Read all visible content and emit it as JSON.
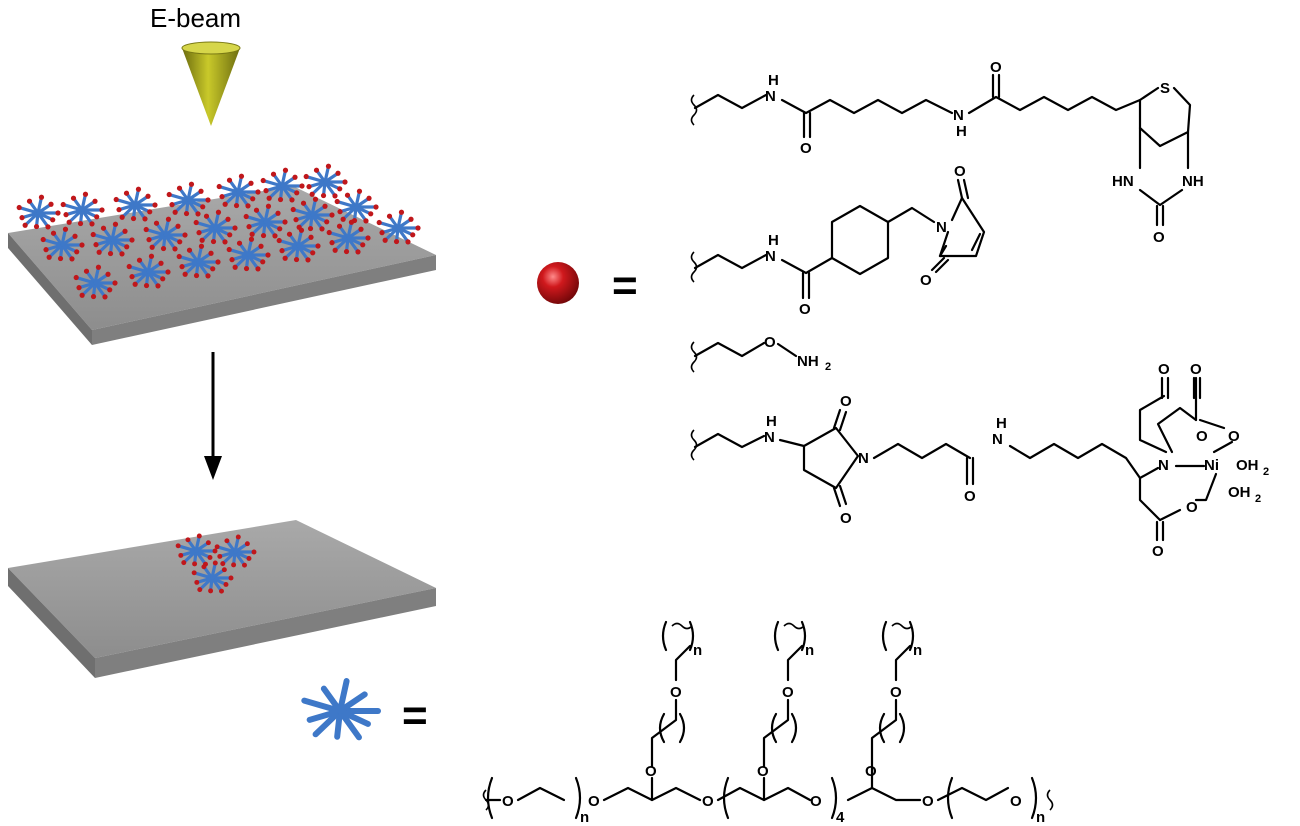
{
  "beam_label": "E-beam",
  "equals_sign": "=",
  "atoms": {
    "H": "H",
    "O": "O",
    "S": "S",
    "N": "N",
    "HN": "HN",
    "NH": "NH",
    "NH2": "NH",
    "sub2": "2",
    "Ni": "Ni",
    "OH2": "OH",
    "n": "n",
    "four": "4"
  },
  "colors": {
    "substrate_top": "#9a9a9a",
    "substrate_side": "#7a7a7a",
    "star_arm": "#3e78c8",
    "red_bead": "#c0171b",
    "cone": "#b3b31f"
  },
  "legend": {
    "red_bead_icon": "red-sphere",
    "star_polymer_icon": "blue-star-polymer"
  }
}
